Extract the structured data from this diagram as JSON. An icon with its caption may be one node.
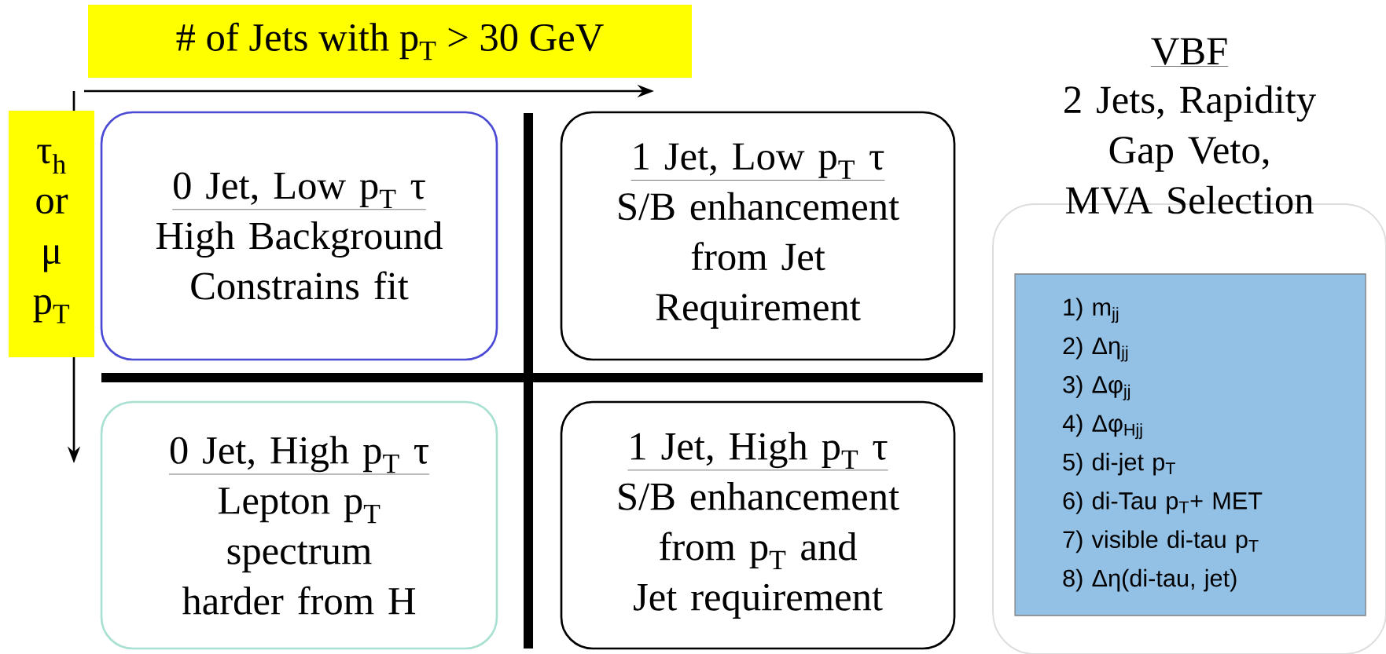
{
  "diagram": {
    "nodes": [
      {
        "text": [
          "# of Jets with p$_{T}$ > 30 GeV"
        ]
      },
      {
        "text": [
          "τ$_{h}$ or μ p$_{T}$"
        ]
      },
      {
        "text": [
          "0 Jet, Low p$_{T}$  τ",
          "High Background Constrains fit"
        ]
      },
      {
        "text": [
          "1 Jet, Low p$_{T}$  τ",
          "S/B enhancement from Jet Requirement"
        ]
      },
      {
        "text": [
          "0 Jet, High p$_{T}$  τ",
          "Lepton p$_{T}$ spectrum harder from H"
        ]
      },
      {
        "text": [
          "1 Jet, High p$_{T}$  τ",
          "S/B enhancement from p$_{T}$ and Jet requirement"
        ]
      },
      {
        "text": [
          "VBF",
          "2 Jets, Rapidity Gap Veto, MVA Selection"
        ]
      },
      {
        "text": [
          "1)  m$_{jj}$",
          "2)  Δη$_{jj}$",
          "3)  Δφ$_{jj}$",
          "4)  Δφ$_{Hjj}$",
          "5)  di-jet p$_{T}$",
          "6)  di-Tau p$_{T}$+ MET",
          "7)  visible di-tau p$_{T}$",
          "8)  Δη(di-tau, jet)"
        ],
        "in": 6
      }
    ]
  }
}
